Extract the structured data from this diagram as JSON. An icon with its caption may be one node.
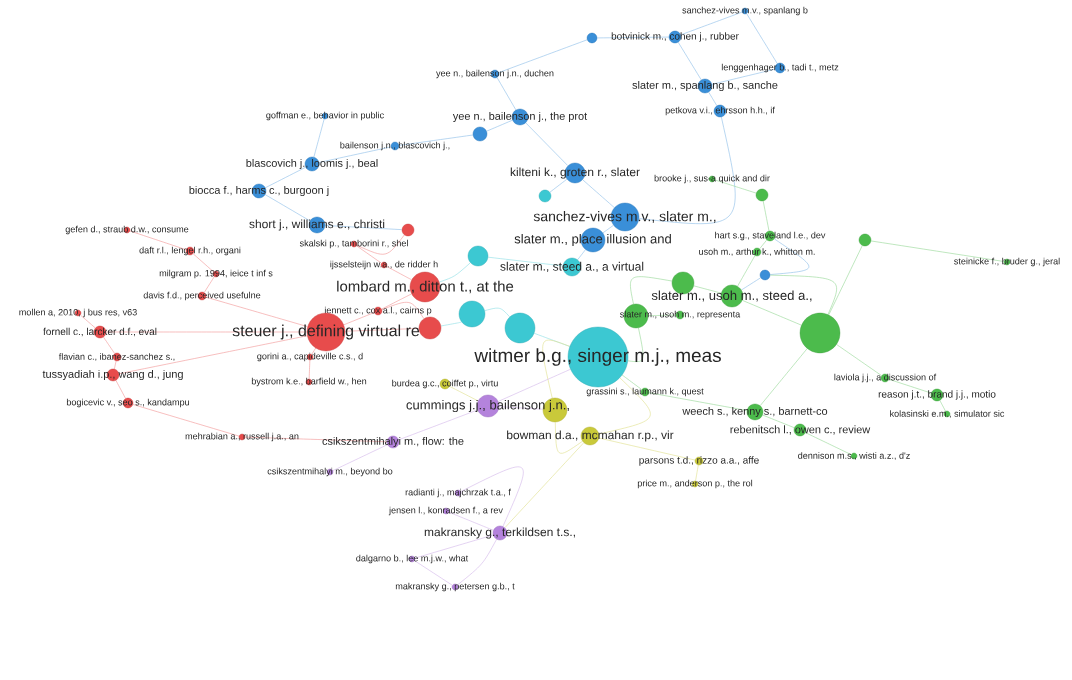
{
  "diagram": {
    "nodes": [
      {
        "text": [
          "sanchez-vives m.v., spanlang b"
        ]
      },
      {
        "text": [
          "botvinick m., cohen j., rubber"
        ]
      },
      {
        "text": [
          "yee n., bailenson j.n., duchen"
        ]
      },
      {
        "text": [
          "lenggenhager b., tadi t., metz"
        ]
      },
      {
        "text": [
          "slater m., spanlang b., sanche"
        ]
      },
      {
        "text": [
          "goffman e., behavior in public"
        ]
      },
      {
        "text": [
          "yee n., bailenson j., the prot"
        ]
      },
      {
        "text": [
          "petkova v.i., ehrsson h.h., if"
        ]
      },
      {
        "text": [
          "bailenson j.n., blascovich j.,"
        ]
      },
      {
        "text": [
          "blascovich j., loomis j., beal"
        ]
      },
      {
        "text": [
          "kilteni k., groten r., slater"
        ]
      },
      {
        "text": [
          "biocca f., harms c., burgoon j"
        ]
      },
      {
        "text": [
          "short j., williams e., christi"
        ]
      },
      {
        "text": [
          "sanchez-vives m.v., slater m.,"
        ]
      },
      {
        "text": [
          "slater m., place illusion and"
        ]
      },
      {
        "text": [
          "slater m., steed a., a virtual"
        ]
      },
      {
        "text": [
          "witmer b.g., singer m.j., meas"
        ]
      },
      {
        "text": [
          "gefen d., straub d.w., consume"
        ]
      },
      {
        "text": [
          "skalski p., tamborini r., shel"
        ]
      },
      {
        "text": [
          "daft r.l., lengel r.h., organi"
        ]
      },
      {
        "text": [
          "milgram p. 1994, ieice t inf s"
        ]
      },
      {
        "text": [
          "ijsselsteijn w.a., de ridder h"
        ]
      },
      {
        "text": [
          "lombard m., ditton t., at the"
        ]
      },
      {
        "text": [
          "davis f.d., perceived usefulne"
        ]
      },
      {
        "text": [
          "mollen a, 2010, j bus res, v63"
        ]
      },
      {
        "text": [
          "jennett c., cox a.l., cairns p"
        ]
      },
      {
        "text": [
          "fornell c., larcker d.f., eval"
        ]
      },
      {
        "text": [
          "steuer j., defining virtual re"
        ]
      },
      {
        "text": [
          "flavian c., ibanez-sanchez s.,"
        ]
      },
      {
        "text": [
          "gorini a., capideville c.s., d"
        ]
      },
      {
        "text": [
          "tussyadiah i.p., wang d., jung"
        ]
      },
      {
        "text": [
          "bystrom k.e., barfield w., hen"
        ]
      },
      {
        "text": [
          "bogicevic v., seo s., kandampu"
        ]
      },
      {
        "text": [
          "mehrabian a., russell j.a., an"
        ]
      },
      {
        "text": [
          "burdea g.c., coiffet p., virtu"
        ]
      },
      {
        "text": [
          "cummings j.j., bailenson j.n.,"
        ]
      },
      {
        "text": [
          "bowman d.a., mcmahan r.p., vir"
        ]
      },
      {
        "text": [
          "csikszentmihalyi m., flow: the"
        ]
      },
      {
        "text": [
          "csikszentmihalyi m., beyond bo"
        ]
      },
      {
        "text": [
          "radianti j., majchrzak t.a., f"
        ]
      },
      {
        "text": [
          "jensen l., konradsen f., a rev"
        ]
      },
      {
        "text": [
          "makransky g., terkildsen t.s.,"
        ]
      },
      {
        "text": [
          "dalgarno b., lee m.j.w., what"
        ]
      },
      {
        "text": [
          "makransky g., petersen g.b., t"
        ]
      },
      {
        "text": [
          "brooke j., sus-a quick and dir"
        ]
      },
      {
        "text": [
          "hart s.g., staveland l.e., dev"
        ]
      },
      {
        "text": [
          "usoh m., arthur k., whitton m."
        ]
      },
      {
        "text": [
          "steinicke f., bruder g., jeral"
        ]
      },
      {
        "text": [
          "slater m., usoh m., steed a.,"
        ]
      },
      {
        "text": [
          "slater m., usoh m., representa"
        ]
      },
      {
        "text": [
          "laviola j.j., a discussion of"
        ]
      },
      {
        "text": [
          "grassini s., laumann k., quest"
        ]
      },
      {
        "text": [
          "reason j.t., brand j.j., motio"
        ]
      },
      {
        "text": [
          "weech s., kenny s., barnett-co"
        ]
      },
      {
        "text": [
          "kolasinski e.m., simulator sic"
        ]
      },
      {
        "text": [
          "rebenitsch l., owen c., review"
        ]
      },
      {
        "text": [
          "parsons t.d., rizzo a.a., affe"
        ]
      },
      {
        "text": [
          "dennison m.s., wisti a.z., d'z"
        ]
      },
      {
        "text": [
          "price m., anderson p., the rol"
        ]
      },
      {
        "text": [],
        "shape": "circle"
      },
      {
        "text": [],
        "shape": "circle"
      },
      {
        "text": [],
        "shape": "circle"
      },
      {
        "text": [],
        "shape": "circle"
      },
      {
        "text": [],
        "shape": "circle"
      },
      {
        "text": [],
        "shape": "circle"
      },
      {
        "text": [],
        "shape": "circle"
      },
      {
        "text": [],
        "shape": "circle"
      },
      {
        "text": [],
        "shape": "circle"
      },
      {
        "text": [],
        "shape": "circle"
      },
      {
        "text": [],
        "shape": "circle"
      },
      {
        "text": [],
        "shape": "circle"
      },
      {
        "text": [],
        "shape": "circle"
      },
      {
        "text": [],
        "shape": "circle"
      },
      {
        "text": [],
        "shape": "circle"
      }
    ],
    "edges": [
      {
        "from": 0,
        "to": 1,
        "arrow": "none",
        "color": "#89bce8"
      },
      {
        "from": 0,
        "to": 3,
        "arrow": "none",
        "color": "#89bce8"
      },
      {
        "from": 1,
        "to": 67,
        "arrow": "none",
        "color": "#89bce8"
      },
      {
        "from": 1,
        "to": 4,
        "arrow": "none",
        "color": "#89bce8"
      },
      {
        "from": 3,
        "to": 4,
        "arrow": "none",
        "color": "#89bce8"
      },
      {
        "from": 4,
        "to": 7,
        "arrow": "none",
        "color": "#89bce8"
      },
      {
        "from": 2,
        "to": 6,
        "arrow": "none",
        "color": "#89bce8"
      },
      {
        "from": 2,
        "to": 67,
        "arrow": "none",
        "color": "#89bce8"
      },
      {
        "from": 6,
        "to": 62,
        "arrow": "none",
        "color": "#89bce8"
      },
      {
        "from": 8,
        "to": 62,
        "arrow": "none",
        "color": "#89bce8"
      },
      {
        "from": 8,
        "to": 9,
        "arrow": "none",
        "color": "#89bce8"
      },
      {
        "from": 5,
        "to": 9,
        "arrow": "none",
        "color": "#89bce8"
      },
      {
        "from": 9,
        "to": 11,
        "arrow": "none",
        "color": "#89bce8"
      },
      {
        "from": 11,
        "to": 12,
        "arrow": "none",
        "color": "#89bce8"
      },
      {
        "from": 12,
        "to": 60,
        "arrow": "none",
        "color": "#89bce8"
      },
      {
        "from": 6,
        "to": 10,
        "arrow": "none",
        "color": "#89bce8"
      },
      {
        "from": 10,
        "to": 65,
        "arrow": "none",
        "color": "#89bce8"
      },
      {
        "from": 10,
        "to": 13,
        "arrow": "none",
        "color": "#89bce8"
      },
      {
        "from": 7,
        "to": 13,
        "arrow": "none",
        "color": "#89bce8"
      },
      {
        "from": 13,
        "to": 14,
        "arrow": "none",
        "color": "#89bce8"
      },
      {
        "from": 14,
        "to": 15,
        "arrow": "none",
        "color": "#89bce8"
      },
      {
        "from": 71,
        "to": 48,
        "arrow": "none",
        "color": "#89bce8"
      },
      {
        "from": 71,
        "to": 45,
        "arrow": "none",
        "color": "#89bce8"
      },
      {
        "from": 15,
        "to": 63,
        "arrow": "none",
        "color": "#8adee4"
      },
      {
        "from": 63,
        "to": 22,
        "arrow": "none",
        "color": "#8adee4"
      },
      {
        "from": 61,
        "to": 59,
        "arrow": "none",
        "color": "#8adee4"
      },
      {
        "from": 61,
        "to": 64,
        "arrow": "none",
        "color": "#8adee4"
      },
      {
        "from": 64,
        "to": 16,
        "arrow": "none",
        "color": "#8adee4"
      },
      {
        "from": 17,
        "to": 19,
        "arrow": "none",
        "color": "#f19494"
      },
      {
        "from": 19,
        "to": 20,
        "arrow": "none",
        "color": "#f19494"
      },
      {
        "from": 20,
        "to": 23,
        "arrow": "none",
        "color": "#f19494"
      },
      {
        "from": 23,
        "to": 27,
        "arrow": "none",
        "color": "#f19494"
      },
      {
        "from": 24,
        "to": 26,
        "arrow": "none",
        "color": "#f19494"
      },
      {
        "from": 26,
        "to": 28,
        "arrow": "none",
        "color": "#f19494"
      },
      {
        "from": 28,
        "to": 30,
        "arrow": "none",
        "color": "#f19494"
      },
      {
        "from": 30,
        "to": 32,
        "arrow": "none",
        "color": "#f19494"
      },
      {
        "from": 26,
        "to": 27,
        "arrow": "none",
        "color": "#f19494"
      },
      {
        "from": 30,
        "to": 27,
        "arrow": "none",
        "color": "#f19494"
      },
      {
        "from": 27,
        "to": 29,
        "arrow": "none",
        "color": "#f19494"
      },
      {
        "from": 29,
        "to": 31,
        "arrow": "none",
        "color": "#f19494"
      },
      {
        "from": 25,
        "to": 27,
        "arrow": "none",
        "color": "#f19494"
      },
      {
        "from": 25,
        "to": 22,
        "arrow": "none",
        "color": "#f19494"
      },
      {
        "from": 22,
        "to": 21,
        "arrow": "none",
        "color": "#f19494"
      },
      {
        "from": 21,
        "to": 18,
        "arrow": "none",
        "color": "#f19494"
      },
      {
        "from": 18,
        "to": 60,
        "arrow": "none",
        "color": "#f19494"
      },
      {
        "from": 25,
        "to": 59,
        "arrow": "none",
        "color": "#f19494"
      },
      {
        "from": 59,
        "to": 27,
        "arrow": "none",
        "color": "#f19494"
      },
      {
        "from": 33,
        "to": 32,
        "arrow": "none",
        "color": "#f19494"
      },
      {
        "from": 33,
        "to": 37,
        "arrow": "none",
        "color": "#f19494"
      },
      {
        "from": 34,
        "to": 35,
        "arrow": "none",
        "color": "#dfdf89"
      },
      {
        "from": 66,
        "to": 16,
        "arrow": "none",
        "color": "#dfdf89"
      },
      {
        "from": 66,
        "to": 36,
        "arrow": "none",
        "color": "#dfdf89"
      },
      {
        "from": 36,
        "to": 16,
        "arrow": "none",
        "color": "#dfdf89"
      },
      {
        "from": 36,
        "to": 41,
        "arrow": "none",
        "color": "#dfdf89"
      },
      {
        "from": 36,
        "to": 56,
        "arrow": "none",
        "color": "#dfdf89"
      },
      {
        "from": 56,
        "to": 58,
        "arrow": "none",
        "color": "#dfdf89"
      },
      {
        "from": 35,
        "to": 16,
        "arrow": "none",
        "color": "#d2b5ea"
      },
      {
        "from": 35,
        "to": 37,
        "arrow": "none",
        "color": "#d2b5ea"
      },
      {
        "from": 35,
        "to": 66,
        "arrow": "none",
        "color": "#d2b5ea"
      },
      {
        "from": 41,
        "to": 39,
        "arrow": "none",
        "color": "#d2b5ea"
      },
      {
        "from": 41,
        "to": 40,
        "arrow": "none",
        "color": "#d2b5ea"
      },
      {
        "from": 41,
        "to": 42,
        "arrow": "none",
        "color": "#d2b5ea"
      },
      {
        "from": 42,
        "to": 43,
        "arrow": "none",
        "color": "#d2b5ea"
      },
      {
        "from": 43,
        "to": 41,
        "arrow": "none",
        "color": "#d2b5ea"
      },
      {
        "from": 38,
        "to": 37,
        "arrow": "none",
        "color": "#d2b5ea"
      },
      {
        "from": 44,
        "to": 70,
        "arrow": "none",
        "color": "#94d694"
      },
      {
        "from": 70,
        "to": 45,
        "arrow": "none",
        "color": "#94d694"
      },
      {
        "from": 45,
        "to": 46,
        "arrow": "none",
        "color": "#94d694"
      },
      {
        "from": 46,
        "to": 48,
        "arrow": "none",
        "color": "#94d694"
      },
      {
        "from": 48,
        "to": 69,
        "arrow": "none",
        "color": "#94d694"
      },
      {
        "from": 69,
        "to": 68,
        "arrow": "none",
        "color": "#94d694"
      },
      {
        "from": 68,
        "to": 16,
        "arrow": "none",
        "color": "#94d694"
      },
      {
        "from": 49,
        "to": 68,
        "arrow": "none",
        "color": "#94d694"
      },
      {
        "from": 51,
        "to": 16,
        "arrow": "none",
        "color": "#94d694"
      },
      {
        "from": 72,
        "to": 48,
        "arrow": "none",
        "color": "#94d694"
      },
      {
        "from": 72,
        "to": 73,
        "arrow": "none",
        "color": "#94d694"
      },
      {
        "from": 73,
        "to": 47,
        "arrow": "none",
        "color": "#94d694"
      },
      {
        "from": 72,
        "to": 50,
        "arrow": "none",
        "color": "#94d694"
      },
      {
        "from": 50,
        "to": 52,
        "arrow": "none",
        "color": "#94d694"
      },
      {
        "from": 52,
        "to": 54,
        "arrow": "none",
        "color": "#94d694"
      },
      {
        "from": 72,
        "to": 53,
        "arrow": "none",
        "color": "#94d694"
      },
      {
        "from": 53,
        "to": 55,
        "arrow": "none",
        "color": "#94d694"
      },
      {
        "from": 55,
        "to": 57,
        "arrow": "none",
        "color": "#94d694"
      },
      {
        "from": 72,
        "to": 71,
        "arrow": "none",
        "color": "#94d694"
      },
      {
        "from": 53,
        "to": 51,
        "arrow": "none",
        "color": "#94d694"
      }
    ]
  }
}
